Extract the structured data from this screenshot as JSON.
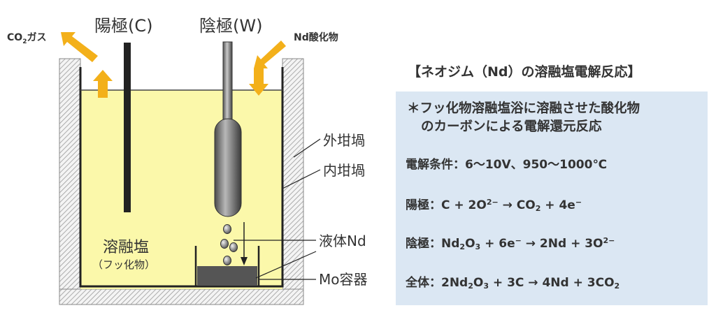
{
  "diagram": {
    "anode_label": "陽極(C)",
    "cathode_label": "陰極(W)",
    "co2_label_main": "CO",
    "co2_label_sub": "2",
    "co2_label_tail": "ガス",
    "oxide_label": "Nd酸化物",
    "outer_crucible": "外坩堝",
    "inner_crucible": "内坩堝",
    "liquid_nd": "液体Nd",
    "mo_vessel": "Mo容器",
    "molten_salt": "溶融塩",
    "molten_salt_note": "（フッ化物）"
  },
  "panel": {
    "title": "【ネオジム（Nd）の溶融塩電解反応】",
    "note_line1": "＊フッ化物溶融塩浴に溶融させた酸化物",
    "note_line2": "のカーボンによる電解還元反応",
    "conditions": "電解条件：6〜10V、950〜1000℃",
    "anode_prefix": "陽極：",
    "anode_a": "C + 2O",
    "anode_sup1": "2−",
    "anode_b": " → CO",
    "anode_sub1": "2",
    "anode_c": " + 4e",
    "anode_sup2": "−",
    "cathode_prefix": "陰極：",
    "cathode_a": "Nd",
    "cathode_sub1": "2",
    "cathode_b": "O",
    "cathode_sub2": "3",
    "cathode_c": " + 6e",
    "cathode_sup1": "−",
    "cathode_d": " → 2Nd + 3O",
    "cathode_sup2": "2−",
    "total_prefix": "全体：",
    "total_a": "2Nd",
    "total_sub1": "2",
    "total_b": "O",
    "total_sub2": "3",
    "total_c": " +  3C  → 4Nd + 3CO",
    "total_sub3": "2"
  },
  "colors": {
    "salt": "#fbf8aa",
    "arrow": "#f3b01a",
    "panel": "#dbe7f3",
    "electrode": "#222222",
    "nd_metal": "#555555"
  }
}
